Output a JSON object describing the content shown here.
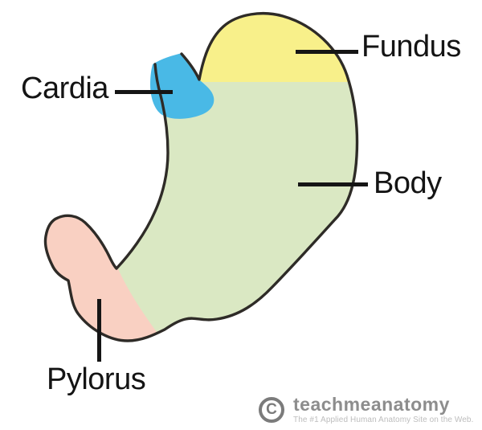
{
  "labels": {
    "cardia": "Cardia",
    "fundus": "Fundus",
    "body": "Body",
    "pylorus": "Pylorus"
  },
  "colors": {
    "fundus_region": "#F8F08A",
    "cardia_region": "#49B9E6",
    "body_region": "#DAE8C3",
    "pylorus_region": "#F9D0C2",
    "outline": "#2E2B27",
    "label_line": "#151515"
  },
  "watermark": {
    "symbol": "C",
    "name": "teachmeanatomy",
    "tagline": "The #1 Applied Human Anatomy Site on the Web."
  }
}
